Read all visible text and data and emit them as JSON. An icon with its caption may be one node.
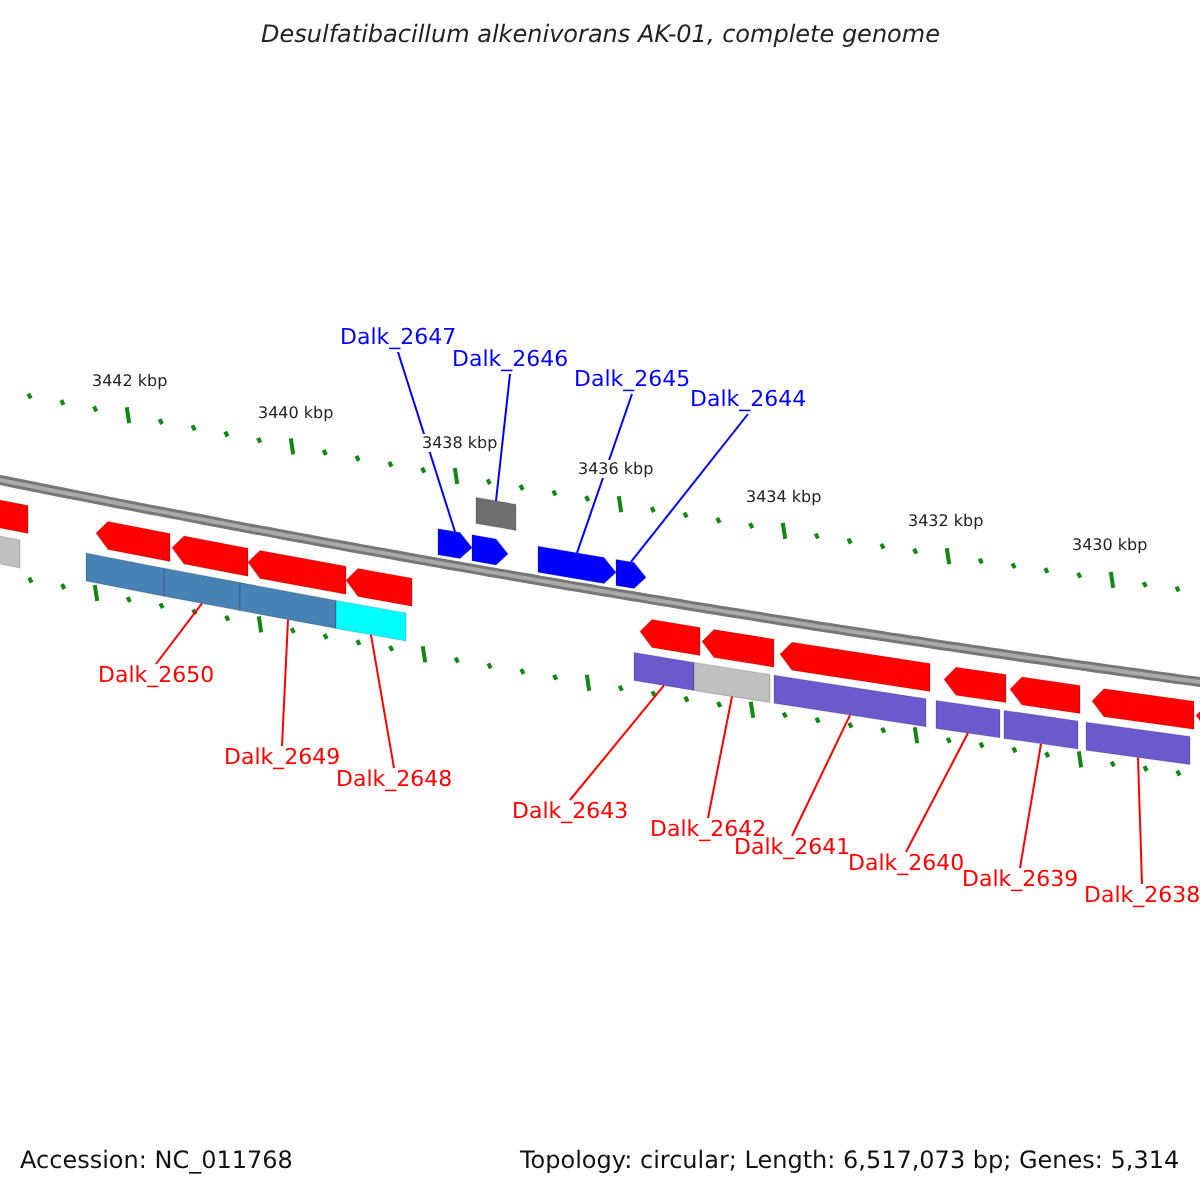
{
  "diagram": {
    "title": "Desulfatibacillum alkenivorans AK-01, complete genome",
    "nodes": [
      {
        "text": [
          "Dalk_2647"
        ]
      },
      {
        "text": [
          "Dalk_2646"
        ]
      },
      {
        "text": [
          "Dalk_2645"
        ]
      },
      {
        "text": [
          "Dalk_2644"
        ]
      },
      {
        "text": [
          "Dalk_2650"
        ]
      },
      {
        "text": [
          "Dalk_2649"
        ]
      },
      {
        "text": [
          "Dalk_2648"
        ]
      },
      {
        "text": [
          "Dalk_2643"
        ]
      },
      {
        "text": [
          "Dalk_2642"
        ]
      },
      {
        "text": [
          "Dalk_2641"
        ]
      },
      {
        "text": [
          "Dalk_2640"
        ]
      },
      {
        "text": [
          "Dalk_2639"
        ]
      },
      {
        "text": [
          "Dalk_2638"
        ]
      },
      {
        "text": [],
        "shape": "arrow"
      },
      {
        "text": [],
        "shape": "box"
      },
      {
        "text": [],
        "shape": "arrow"
      },
      {
        "text": [],
        "shape": "arrow"
      },
      {
        "text": [],
        "shape": "box"
      },
      {
        "text": [],
        "shape": "box"
      },
      {
        "text": [],
        "shape": "box"
      },
      {
        "text": [],
        "shape": "box"
      },
      {
        "text": [],
        "shape": "box"
      },
      {
        "text": [],
        "shape": "box"
      },
      {
        "text": [],
        "shape": "box"
      },
      {
        "text": [],
        "shape": "box"
      },
      {
        "text": [],
        "shape": "box"
      },
      {
        "text": [],
        "shape": "arrow"
      },
      {
        "text": [],
        "shape": "arrow"
      },
      {
        "text": [],
        "shape": "arrow"
      },
      {
        "text": [],
        "shape": "arrow"
      },
      {
        "text": [],
        "shape": "arrow"
      },
      {
        "text": [],
        "shape": "arrow"
      },
      {
        "text": [],
        "shape": "arrow"
      },
      {
        "text": [],
        "shape": "arrow"
      },
      {
        "text": [],
        "shape": "arrow"
      },
      {
        "text": [],
        "shape": "arrow"
      },
      {
        "text": [],
        "shape": "arrow"
      },
      {
        "text": [],
        "shape": "arrow"
      },
      {
        "text": [],
        "shape": "arrow"
      },
      {
        "text": [],
        "shape": "box"
      },
      {
        "text": [],
        "shape": "box"
      }
    ],
    "edges": [
      {
        "from": 0,
        "to": 13,
        "arrow": "none",
        "color": "#0000ff"
      },
      {
        "from": 1,
        "to": 14,
        "arrow": "none",
        "color": "#0000ff"
      },
      {
        "from": 2,
        "to": 15,
        "arrow": "none",
        "color": "#0000ff"
      },
      {
        "from": 3,
        "to": 16,
        "arrow": "none",
        "color": "#0000ff"
      },
      {
        "from": 4,
        "to": 17,
        "arrow": "none"
      },
      {
        "from": 5,
        "to": 18,
        "arrow": "none"
      },
      {
        "from": 6,
        "to": 19,
        "arrow": "none"
      },
      {
        "from": 7,
        "to": 20,
        "arrow": "none"
      },
      {
        "from": 8,
        "to": 21,
        "arrow": "none"
      },
      {
        "from": 9,
        "to": 22,
        "arrow": "none"
      },
      {
        "from": 10,
        "to": 23,
        "arrow": "none"
      },
      {
        "from": 11,
        "to": 24,
        "arrow": "none"
      },
      {
        "from": 12,
        "to": 25,
        "arrow": "none"
      }
    ],
    "labels": [
      "3442 kbp",
      "3440 kbp",
      "3438 kbp",
      "3436 kbp",
      "3434 kbp",
      "3432 kbp",
      "3430 kbp",
      "Accession: NC_011768",
      "Topology: circular; Length: 6,517,073 bp; Genes: 5,314"
    ]
  }
}
